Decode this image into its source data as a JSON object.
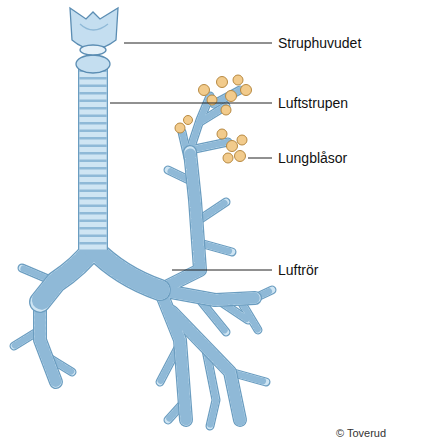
{
  "diagram": {
    "labels": [
      "Struphuvudet",
      "Luftstrupen",
      "Lungblåsor",
      "Luftrör",
      "© Toverud"
    ]
  }
}
